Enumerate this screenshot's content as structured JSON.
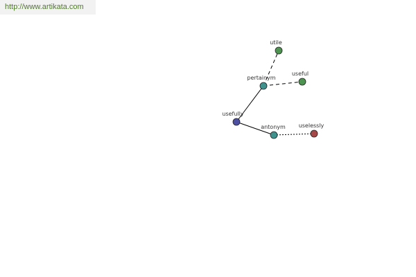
{
  "source": {
    "url": "http://www.artikata.com"
  },
  "graph": {
    "colors": {
      "root": "#4d4fa3",
      "relation": "#3f918e",
      "related_word": "#4d9450",
      "opposite_word": "#a64848",
      "edge": "#000000"
    },
    "nodes": [
      {
        "id": "usefully",
        "label": "usefully",
        "kind": "root"
      },
      {
        "id": "pertainym",
        "label": "pertainym",
        "kind": "relation"
      },
      {
        "id": "antonym",
        "label": "antonym",
        "kind": "relation"
      },
      {
        "id": "utile",
        "label": "utile",
        "kind": "related_word"
      },
      {
        "id": "useful",
        "label": "useful",
        "kind": "related_word"
      },
      {
        "id": "uselessly",
        "label": "uselessly",
        "kind": "opposite_word"
      }
    ],
    "edges": [
      {
        "from": "usefully",
        "to": "pertainym",
        "style": "solid"
      },
      {
        "from": "usefully",
        "to": "antonym",
        "style": "solid"
      },
      {
        "from": "pertainym",
        "to": "utile",
        "style": "dashed"
      },
      {
        "from": "pertainym",
        "to": "useful",
        "style": "dashed"
      },
      {
        "from": "antonym",
        "to": "uselessly",
        "style": "dotted"
      }
    ]
  }
}
